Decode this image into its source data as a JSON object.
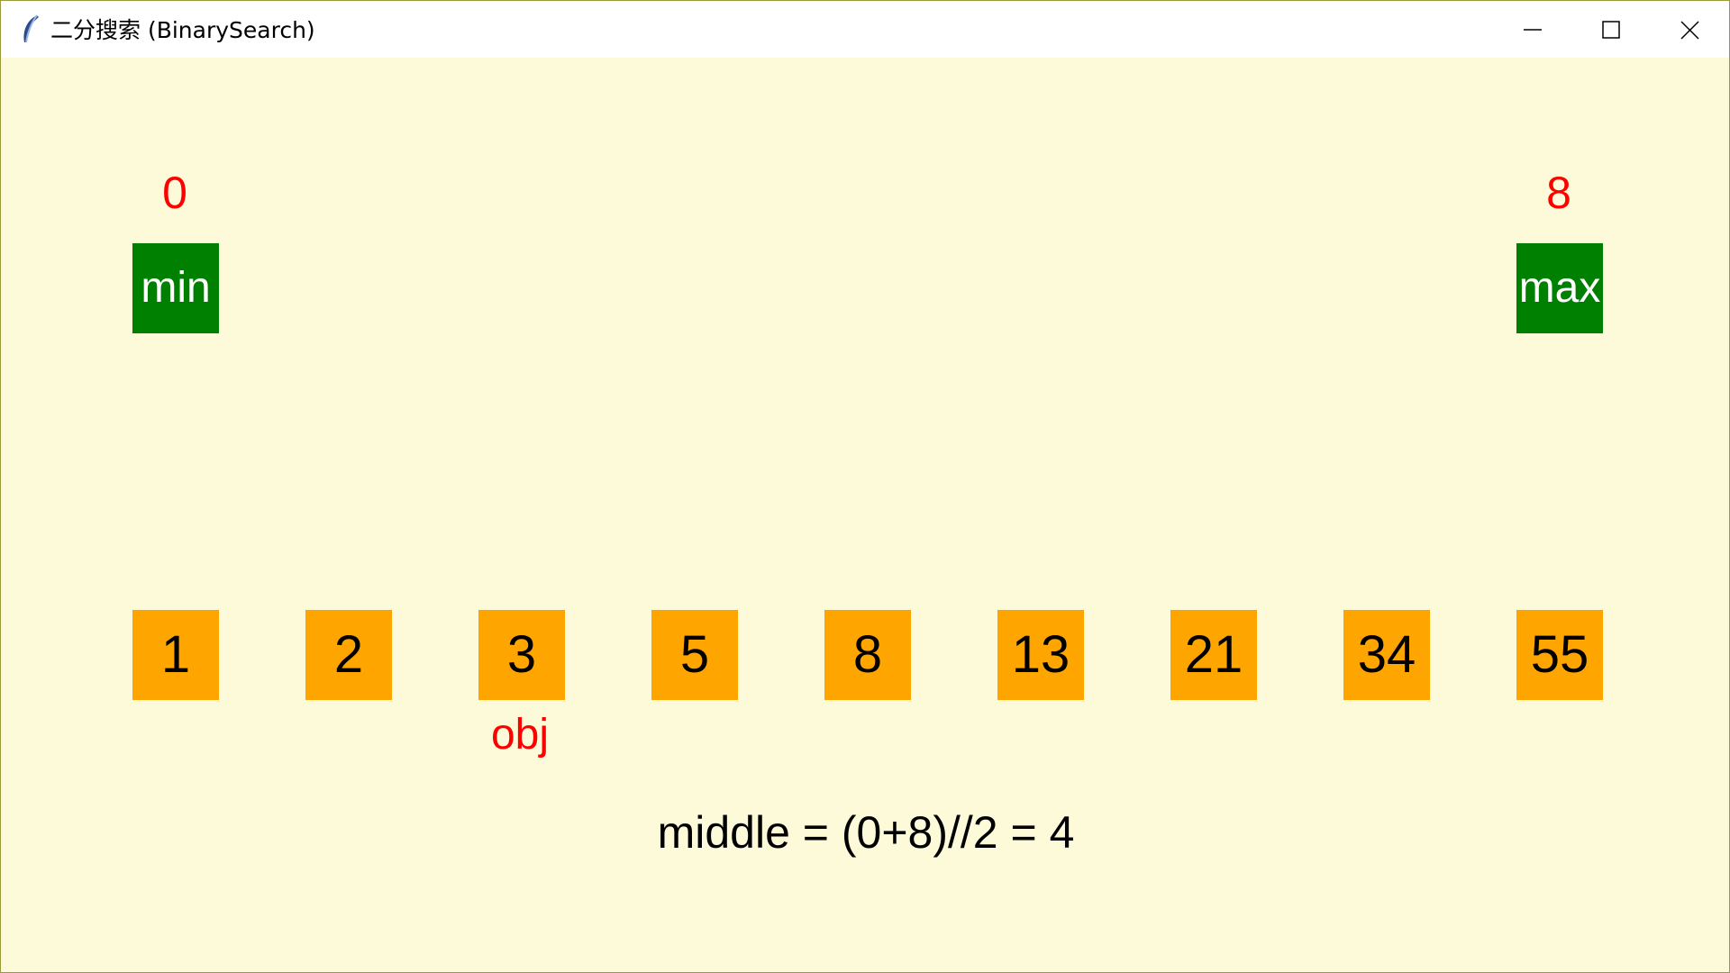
{
  "window": {
    "title": "二分搜索 (BinarySearch)",
    "app_icon": "feather-icon"
  },
  "pointers": {
    "min": {
      "label": "min",
      "index": "0"
    },
    "max": {
      "label": "max",
      "index": "8"
    }
  },
  "array": [
    "1",
    "2",
    "3",
    "5",
    "8",
    "13",
    "21",
    "34",
    "55"
  ],
  "obj_label": "obj",
  "formula": "middle = (0+8)//2 = 4",
  "colors": {
    "background": "#fcfad8",
    "pointer_box": "#008000",
    "array_cell": "#ffa500",
    "index_text": "#ff0000"
  }
}
